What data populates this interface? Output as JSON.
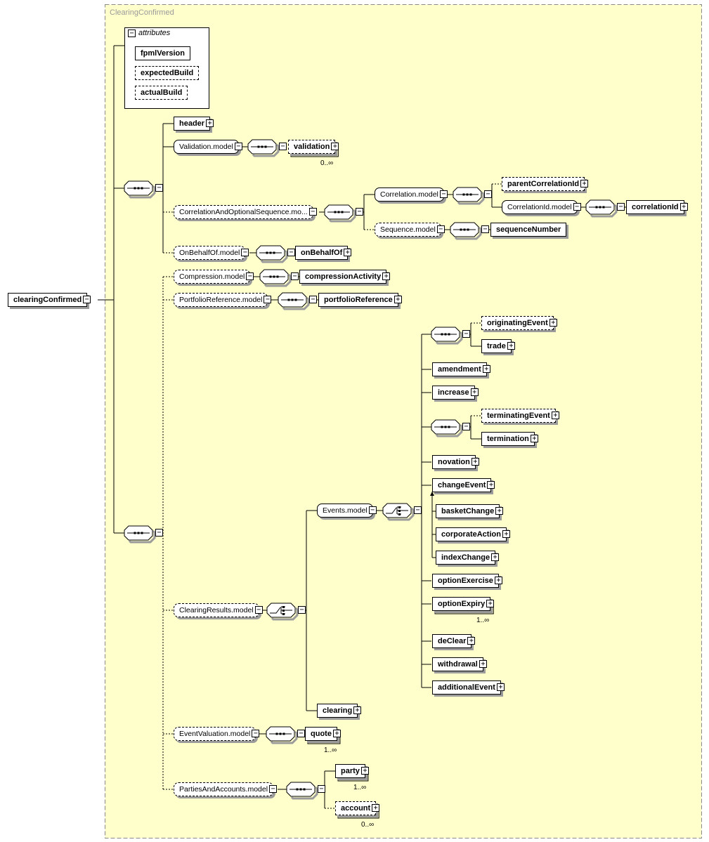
{
  "diagram": {
    "complex_type_label": "ClearingConfirmed",
    "root": "clearingConfirmed",
    "attributes": {
      "title": "attributes",
      "items": [
        {
          "name": "fpmlVersion",
          "optional": false
        },
        {
          "name": "expectedBuild",
          "optional": true
        },
        {
          "name": "actualBuild",
          "optional": true
        }
      ]
    },
    "nodes": {
      "header": "header",
      "validation_model": "Validation.model",
      "validation": "validation",
      "validation_card": "0..∞",
      "corr_opt_seq_model": "CorrelationAndOptionalSequence.mo...",
      "correlation_model": "Correlation.model",
      "parent_correlation_id": "parentCorrelationId",
      "correlation_id_model": "CorrelationId.model",
      "correlation_id": "correlationId",
      "sequence_model": "Sequence.model",
      "sequence_number": "sequenceNumber",
      "on_behalf_of_model": "OnBehalfOf.model",
      "on_behalf_of": "onBehalfOf",
      "compression_model": "Compression.model",
      "compression_activity": "compressionActivity",
      "portfolio_reference_model": "PortfolioReference.model",
      "portfolio_reference": "portfolioReference",
      "originating_event": "originatingEvent",
      "trade": "trade",
      "amendment": "amendment",
      "increase": "increase",
      "terminating_event": "terminatingEvent",
      "termination": "termination",
      "novation": "novation",
      "change_event": "changeEvent",
      "basket_change": "basketChange",
      "corporate_action": "corporateAction",
      "index_change": "indexChange",
      "option_exercise": "optionExercise",
      "option_expiry": "optionExpiry",
      "option_expiry_card": "1..∞",
      "events_model": "Events.model",
      "de_clear": "deClear",
      "withdrawal": "withdrawal",
      "additional_event": "additionalEvent",
      "clearing_results_model": "ClearingResults.model",
      "clearing": "clearing",
      "event_valuation_model": "EventValuation.model",
      "quote": "quote",
      "quote_card": "1..∞",
      "parties_and_accounts_model": "PartiesAndAccounts.model",
      "party": "party",
      "party_card": "1..∞",
      "account": "account",
      "account_card": "0..∞"
    }
  }
}
